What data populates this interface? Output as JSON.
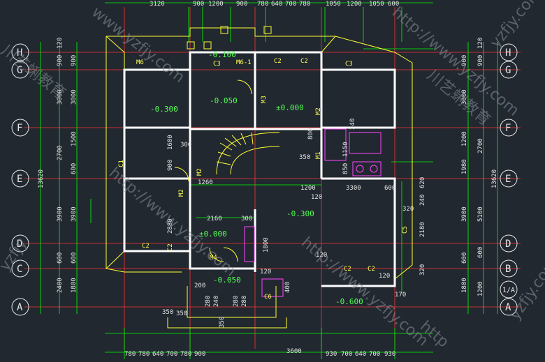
{
  "plan": {
    "top_dims": [
      "3120",
      "900",
      "1200",
      "900",
      "780",
      "640",
      "700",
      "780",
      "1050",
      "1200",
      "1050",
      "600"
    ],
    "bottom_dims": [
      "780",
      "780",
      "640",
      "700",
      "780",
      "900",
      "930",
      "700",
      "640",
      "700",
      "930"
    ],
    "bottom_total": "3600",
    "left_totals": [
      "13620"
    ],
    "right_totals": [
      "13620"
    ],
    "left_outer": [
      "120",
      "900",
      "3000",
      "2700",
      "3900",
      "600",
      "2400"
    ],
    "left_inner": [
      "900",
      "3000",
      "1500",
      "600",
      "3900",
      "600",
      "1800"
    ],
    "right_inner": [
      "900",
      "3000",
      "1200",
      "1980",
      "3900",
      "600",
      "1800"
    ],
    "right_outer": [
      "120",
      "900",
      "2700",
      "5100",
      "600",
      "1200"
    ],
    "axes_left": [
      "H",
      "G",
      "F",
      "E",
      "D",
      "C",
      "A"
    ],
    "axes_right": [
      "H",
      "G",
      "F",
      "E",
      "D",
      "B",
      "1/A",
      "A"
    ],
    "levels": [
      "-0.100",
      "-0.300",
      "-0.050",
      "±0.000",
      "-0.300",
      "±0.000",
      "-0.050",
      "-0.600"
    ],
    "tags": [
      "M6",
      "M6-1",
      "C3",
      "M3",
      "C2",
      "C2",
      "C3",
      "M2",
      "C1",
      "M2",
      "M2",
      "C2",
      "C2",
      "C2",
      "C5",
      "M1",
      "M4",
      "C6",
      "C2"
    ],
    "inner_dims": [
      "300",
      "1680",
      "900",
      "1260",
      "350",
      "800",
      "1150",
      "850",
      "240",
      "1200",
      "3300",
      "600",
      "120",
      "320",
      "2160",
      "300",
      "1800",
      "2880",
      "120",
      "120",
      "120",
      "400",
      "170",
      "200",
      "350",
      "350",
      "280",
      "240",
      "350",
      "280",
      "280",
      "2180",
      "240",
      "620",
      "320"
    ],
    "watermarks": [
      "yzfjy.com",
      "www.yzfjy.com",
      "http://www.yzfjy.com",
      "http://www.yzfjy.com",
      "川艺蜊教育",
      "http://www.yzfjy.com",
      "yzfjy",
      "川艺蜊教育",
      "yzfjy.com",
      "http"
    ]
  },
  "colors": {
    "background": "#212830",
    "wall": "#ffffff",
    "dimension": "#00ff00",
    "grid": "#ff3333",
    "outline": "#ffff33",
    "fixture": "#ff44ff"
  }
}
